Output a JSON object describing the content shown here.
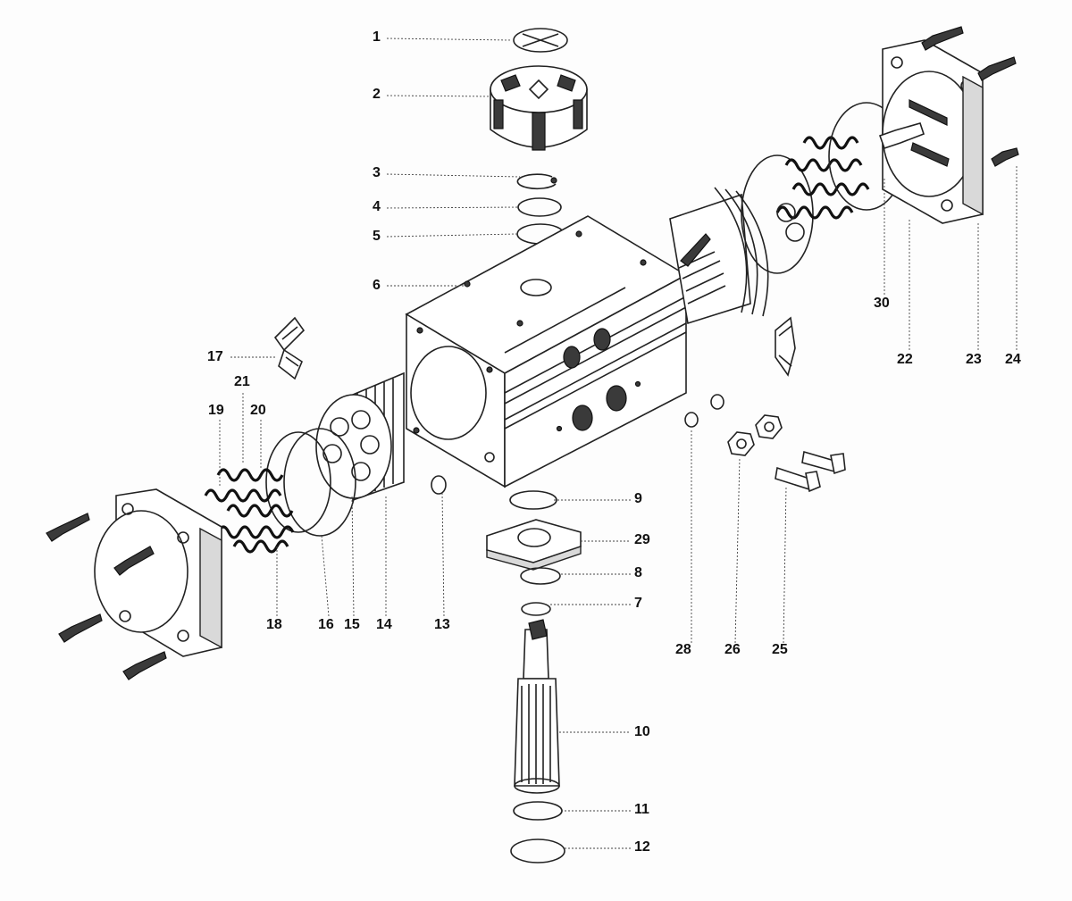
{
  "diagram": {
    "callouts": [
      {
        "id": "c1",
        "text": "1"
      },
      {
        "id": "c2",
        "text": "2"
      },
      {
        "id": "c3",
        "text": "3"
      },
      {
        "id": "c4",
        "text": "4"
      },
      {
        "id": "c5",
        "text": "5"
      },
      {
        "id": "c6",
        "text": "6"
      },
      {
        "id": "c7",
        "text": "7"
      },
      {
        "id": "c8",
        "text": "8"
      },
      {
        "id": "c9",
        "text": "9"
      },
      {
        "id": "c10",
        "text": "10"
      },
      {
        "id": "c11",
        "text": "11"
      },
      {
        "id": "c12",
        "text": "12"
      },
      {
        "id": "c13",
        "text": "13"
      },
      {
        "id": "c14",
        "text": "14"
      },
      {
        "id": "c15",
        "text": "15"
      },
      {
        "id": "c16",
        "text": "16"
      },
      {
        "id": "c17",
        "text": "17"
      },
      {
        "id": "c18",
        "text": "18"
      },
      {
        "id": "c19",
        "text": "19"
      },
      {
        "id": "c20",
        "text": "20"
      },
      {
        "id": "c21",
        "text": "21"
      },
      {
        "id": "c22",
        "text": "22"
      },
      {
        "id": "c23",
        "text": "23"
      },
      {
        "id": "c24",
        "text": "24"
      },
      {
        "id": "c25",
        "text": "25"
      },
      {
        "id": "c26",
        "text": "26"
      },
      {
        "id": "c28",
        "text": "28"
      },
      {
        "id": "c29",
        "text": "29"
      },
      {
        "id": "c30",
        "text": "30"
      }
    ]
  }
}
